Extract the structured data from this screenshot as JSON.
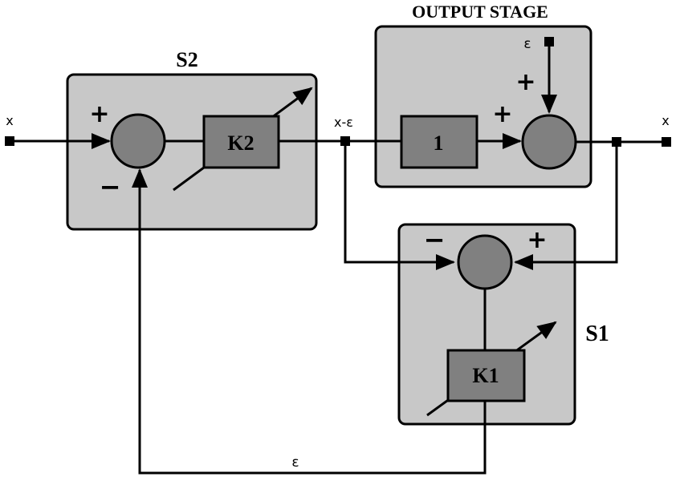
{
  "titles": {
    "s2": "S2",
    "output_stage": "OUTPUT STAGE",
    "s1": "S1"
  },
  "blocks": {
    "k2": "K2",
    "unity": "1",
    "k1": "K1"
  },
  "signals": {
    "input": "x",
    "output": "x",
    "mid": "x-ε",
    "eps_top": "ε",
    "eps_bottom": "ε"
  },
  "signs": {
    "s2_plus": "+",
    "s2_minus": "−",
    "out_plus_left": "+",
    "out_plus_top": "+",
    "s1_minus": "−",
    "s1_plus": "+"
  }
}
